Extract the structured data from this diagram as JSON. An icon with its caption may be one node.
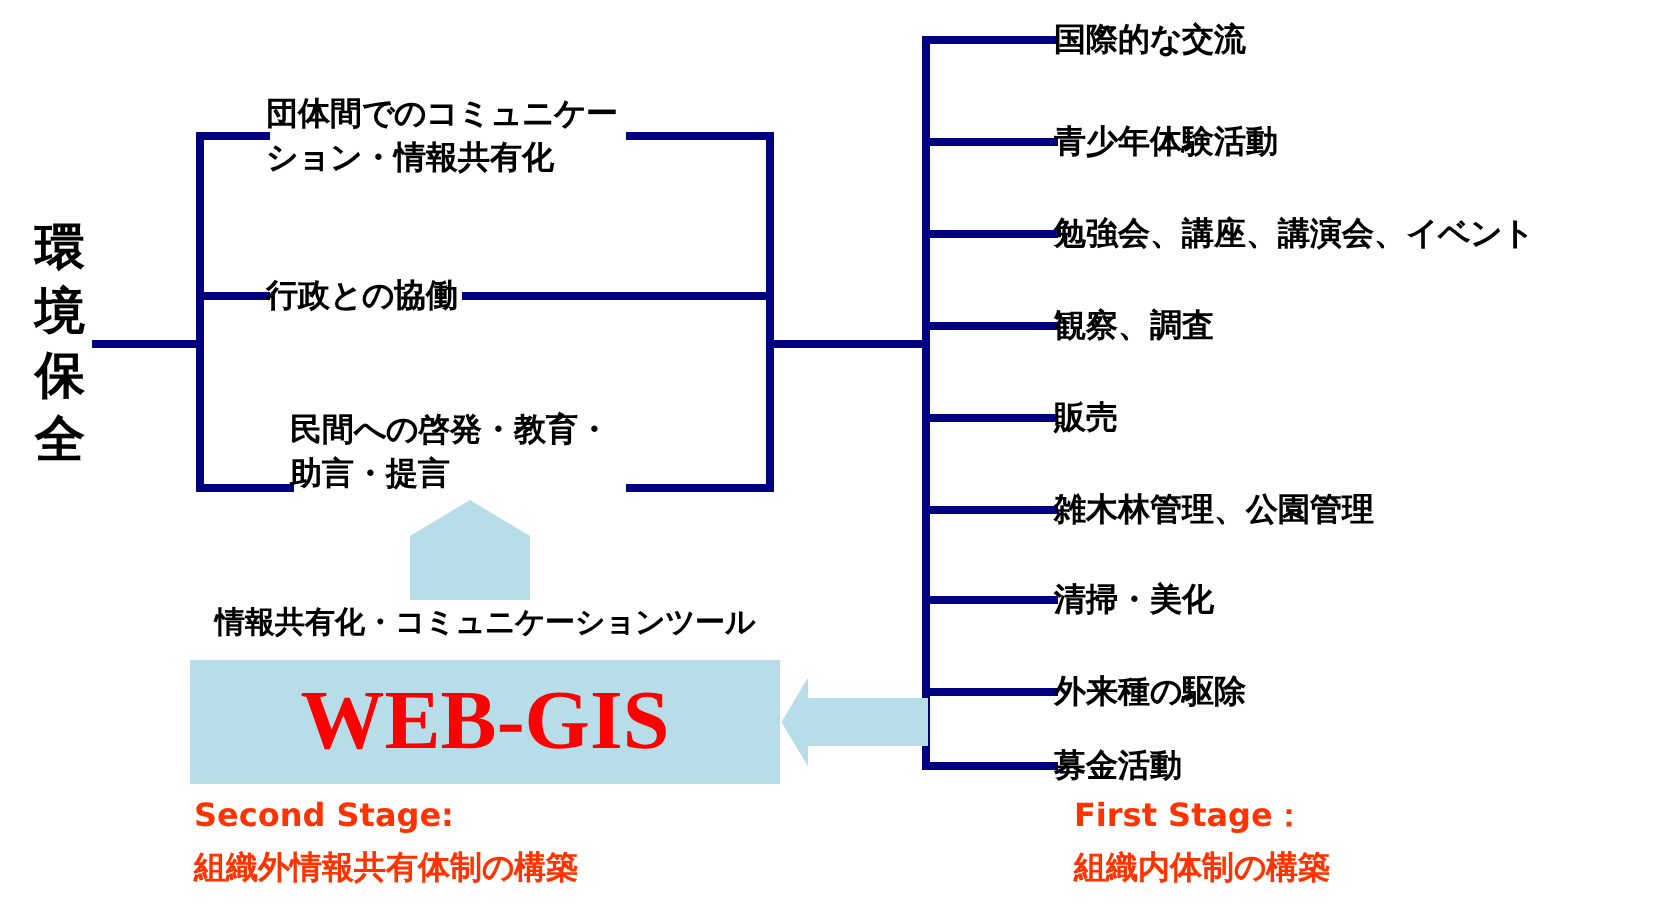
{
  "diagram": {
    "nodes": [
      {
        "text": [
          "環境保全"
        ]
      },
      {
        "text": [
          "団体間でのコミュニケーション・情報共有化"
        ]
      },
      {
        "text": [
          "行政との協働"
        ]
      },
      {
        "text": [
          "民間への啓発・教育・助言・提言"
        ]
      },
      {
        "text": [
          "国際的な交流"
        ]
      },
      {
        "text": [
          "青少年体験活動"
        ]
      },
      {
        "text": [
          "勉強会、講座、講演会、イベント"
        ]
      },
      {
        "text": [
          "観察、調査"
        ]
      },
      {
        "text": [
          "販売"
        ]
      },
      {
        "text": [
          "雑木林管理、公園管理"
        ]
      },
      {
        "text": [
          "清掃・美化"
        ]
      },
      {
        "text": [
          "外来種の駆除"
        ]
      },
      {
        "text": [
          "募金活動"
        ]
      },
      {
        "text": [
          "情報共有化・コミュニケーションツール",
          "WEB-GIS"
        ]
      }
    ],
    "edges": [
      {
        "from": 0,
        "to": 1,
        "arrow": "none"
      },
      {
        "from": 0,
        "to": 2,
        "arrow": "none"
      },
      {
        "from": 0,
        "to": 3,
        "arrow": "none"
      },
      {
        "from": 1,
        "to": 4,
        "arrow": "none"
      },
      {
        "from": 1,
        "to": 5,
        "arrow": "none"
      },
      {
        "from": 1,
        "to": 6,
        "arrow": "none"
      },
      {
        "from": 1,
        "to": 7,
        "arrow": "none"
      },
      {
        "from": 1,
        "to": 8,
        "arrow": "none"
      },
      {
        "from": 1,
        "to": 9,
        "arrow": "none"
      },
      {
        "from": 1,
        "to": 10,
        "arrow": "none"
      },
      {
        "from": 1,
        "to": 11,
        "arrow": "none"
      },
      {
        "from": 1,
        "to": 12,
        "arrow": "none"
      },
      {
        "from": 2,
        "to": 4,
        "arrow": "none"
      },
      {
        "from": 2,
        "to": 5,
        "arrow": "none"
      },
      {
        "from": 2,
        "to": 6,
        "arrow": "none"
      },
      {
        "from": 2,
        "to": 7,
        "arrow": "none"
      },
      {
        "from": 2,
        "to": 8,
        "arrow": "none"
      },
      {
        "from": 2,
        "to": 9,
        "arrow": "none"
      },
      {
        "from": 2,
        "to": 10,
        "arrow": "none"
      },
      {
        "from": 2,
        "to": 11,
        "arrow": "none"
      },
      {
        "from": 2,
        "to": 12,
        "arrow": "none"
      },
      {
        "from": 3,
        "to": 4,
        "arrow": "none"
      },
      {
        "from": 3,
        "to": 5,
        "arrow": "none"
      },
      {
        "from": 3,
        "to": 6,
        "arrow": "none"
      },
      {
        "from": 3,
        "to": 7,
        "arrow": "none"
      },
      {
        "from": 3,
        "to": 8,
        "arrow": "none"
      },
      {
        "from": 3,
        "to": 9,
        "arrow": "none"
      },
      {
        "from": 3,
        "to": 10,
        "arrow": "none"
      },
      {
        "from": 3,
        "to": 11,
        "arrow": "none"
      },
      {
        "from": 3,
        "to": 12,
        "arrow": "none"
      },
      {
        "from": 13,
        "to": 3,
        "arrow": "to",
        "style": "thick",
        "color": "#b7dde8"
      },
      {
        "from": null,
        "to": 13,
        "arrow": "to",
        "style": "thick",
        "color": "#b7dde8"
      }
    ],
    "labels": [
      "Second Stage:",
      "組織外情報共有体制の構築",
      "First Stage：",
      "組織内体制の構築"
    ]
  }
}
